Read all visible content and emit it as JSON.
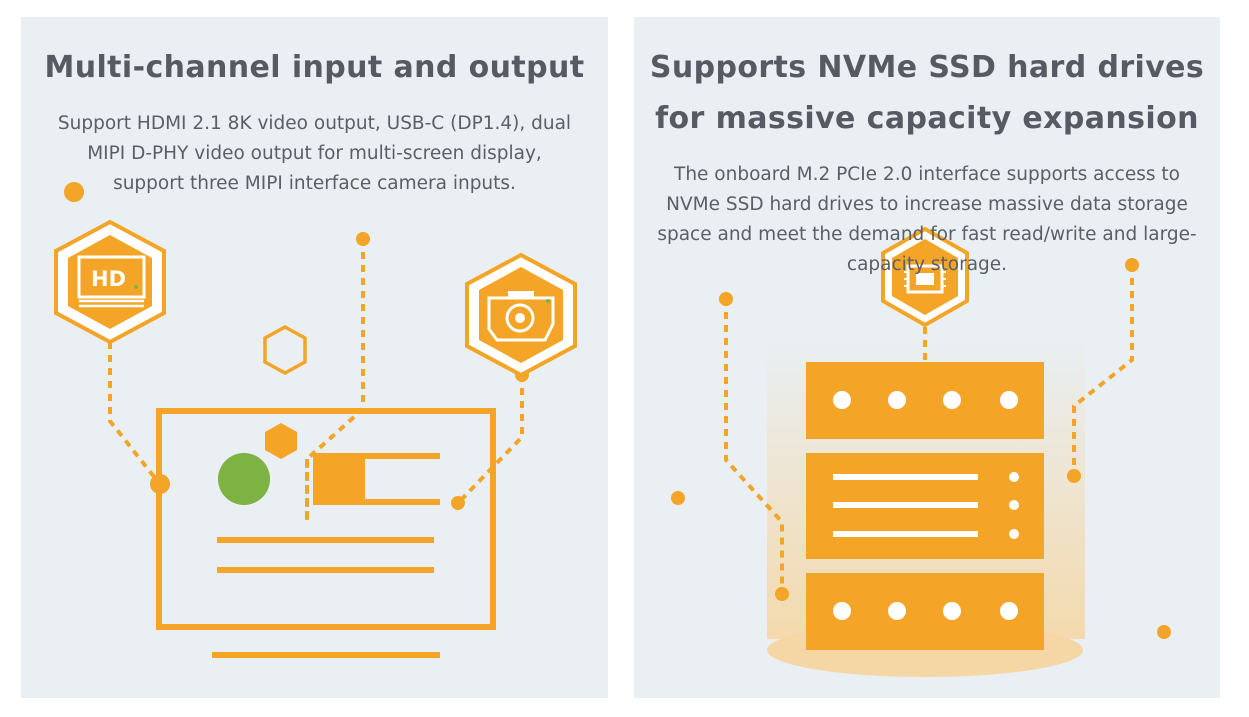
{
  "panels": [
    {
      "title": "Multi-channel input and output",
      "description": "Support HDMI 2.1 8K video output, USB-C (DP1.4), dual MIPI D-PHY video output for multi-screen display, support three MIPI interface camera inputs.",
      "icons": [
        "hd-video-icon",
        "camera-icon"
      ]
    },
    {
      "title": "Supports NVMe SSD hard drives for massive capacity expansion",
      "description": "The onboard M.2 PCIe 2.0 interface supports access to NVMe SSD hard drives to increase massive data storage space and meet the demand for fast read/write and large-capacity storage.",
      "icons": [
        "chip-icon",
        "server-stack-icon"
      ]
    }
  ],
  "colors": {
    "accent": "#f4a426",
    "panel_background": "#e9eff3",
    "title_text": "#555a63",
    "body_text": "#5a5f67",
    "green_dot": "#7cb342",
    "base_shadow": "#f5d7a5"
  }
}
